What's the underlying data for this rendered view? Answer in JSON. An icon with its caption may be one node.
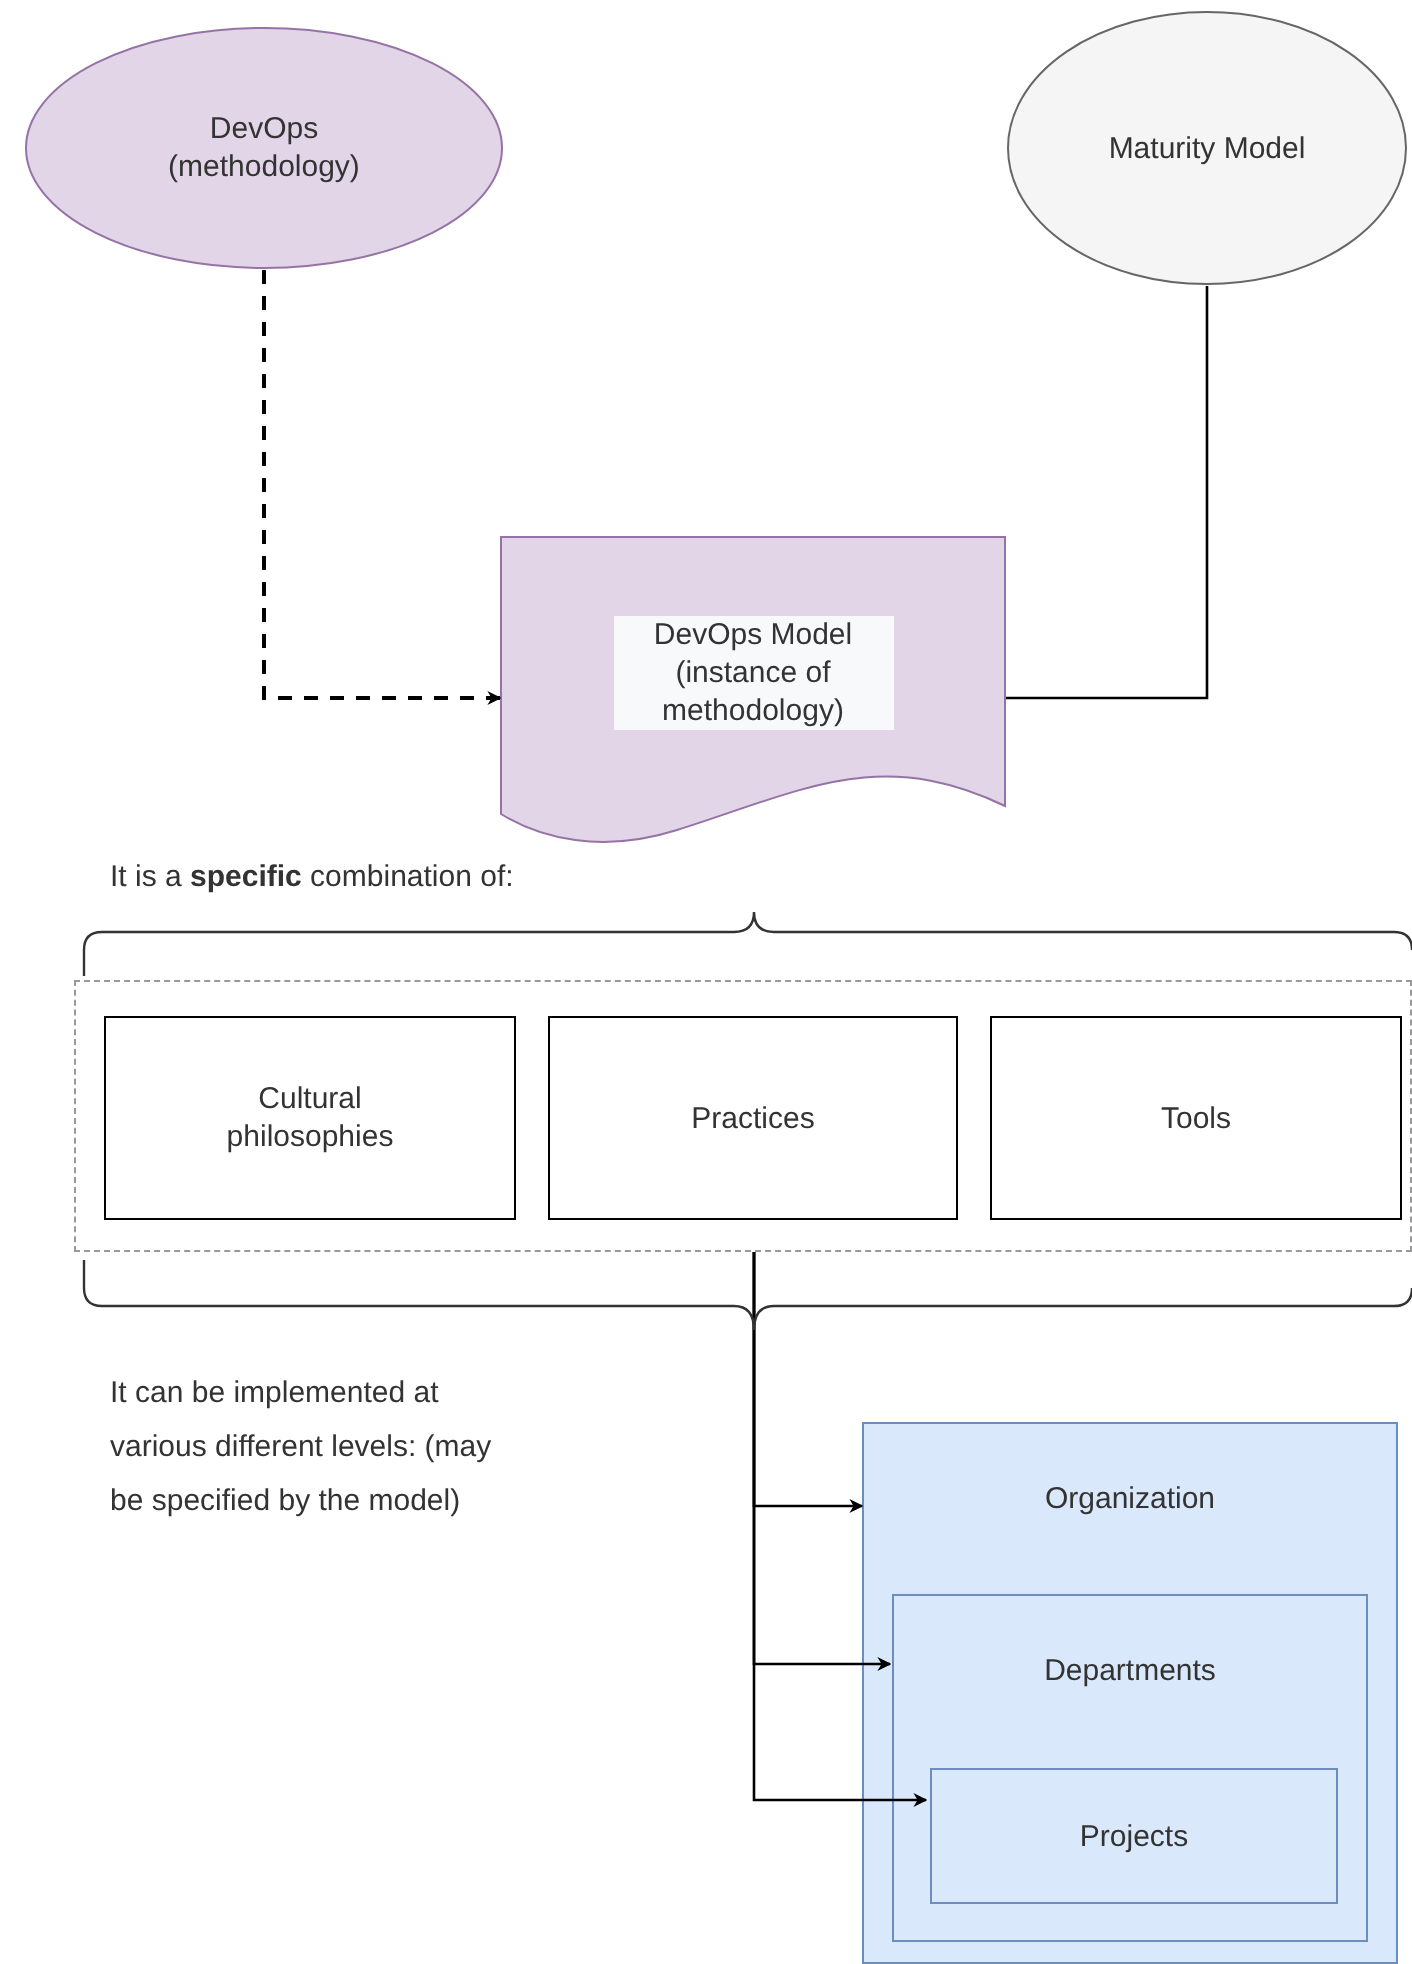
{
  "diagram": {
    "nodes": [
      {
        "text": [
          "DevOps (methodology)"
        ]
      },
      {
        "text": [
          "Maturity Model"
        ]
      },
      {
        "text": [
          "DevOps Model (instance of methodology)"
        ]
      },
      {
        "text": [],
        "shape": "box"
      },
      {
        "text": [
          "Cultural philosophies"
        ],
        "in": 3
      },
      {
        "text": [
          "Practices"
        ],
        "in": 3
      },
      {
        "text": [
          "Tools"
        ],
        "in": 3
      },
      {
        "text": [
          "Organization"
        ]
      },
      {
        "text": [
          "Departments"
        ],
        "in": 7
      },
      {
        "text": [
          "Projects"
        ],
        "in": 8
      }
    ],
    "edges": [
      {
        "from": 0,
        "to": 2,
        "arrow": "to",
        "style": "dashed"
      },
      {
        "from": 1,
        "to": 2,
        "arrow": "none"
      },
      {
        "from": 3,
        "to": 7,
        "arrow": "to"
      },
      {
        "from": 3,
        "to": 8,
        "arrow": "to"
      },
      {
        "from": 3,
        "to": 9,
        "arrow": "to"
      }
    ],
    "labels": [
      "It is a **specific** combination of:",
      "It can be implemented at various different levels: (may be specified by the model)"
    ]
  }
}
